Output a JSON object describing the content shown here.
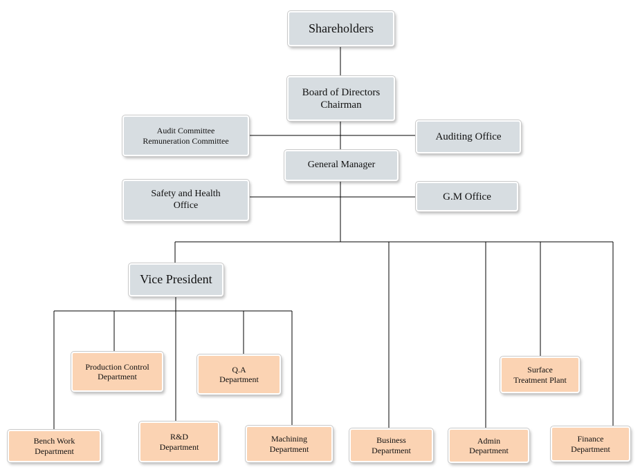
{
  "nodes": {
    "shareholders": {
      "lines": [
        "Shareholders"
      ]
    },
    "board": {
      "lines": [
        "Board of Directors",
        "Chairman"
      ]
    },
    "audit_committee": {
      "lines": [
        "Audit Committee",
        "Remuneration Committee"
      ]
    },
    "auditing_office": {
      "lines": [
        "Auditing Office"
      ]
    },
    "general_manager": {
      "lines": [
        "General Manager"
      ]
    },
    "safety_health": {
      "lines": [
        "Safety and Health",
        "Office"
      ]
    },
    "gm_office": {
      "lines": [
        "G.M Office"
      ]
    },
    "vice_president": {
      "lines": [
        "Vice President"
      ]
    },
    "production_control": {
      "lines": [
        "Production Control",
        "Department"
      ]
    },
    "qa": {
      "lines": [
        "Q.A",
        "Department"
      ]
    },
    "surface_treatment": {
      "lines": [
        "Surface",
        "Treatment Plant"
      ]
    },
    "bench_work": {
      "lines": [
        "Bench Work",
        "Department"
      ]
    },
    "rnd": {
      "lines": [
        "R&D",
        "Department"
      ]
    },
    "machining": {
      "lines": [
        "Machining",
        "Department"
      ]
    },
    "business": {
      "lines": [
        "Business",
        "Department"
      ]
    },
    "admin": {
      "lines": [
        "Admin",
        "Department"
      ]
    },
    "finance": {
      "lines": [
        "Finance",
        "Department"
      ]
    }
  },
  "colors": {
    "management_fill": "#d7dde1",
    "department_fill": "#fbd3b3",
    "line": "#000000"
  }
}
